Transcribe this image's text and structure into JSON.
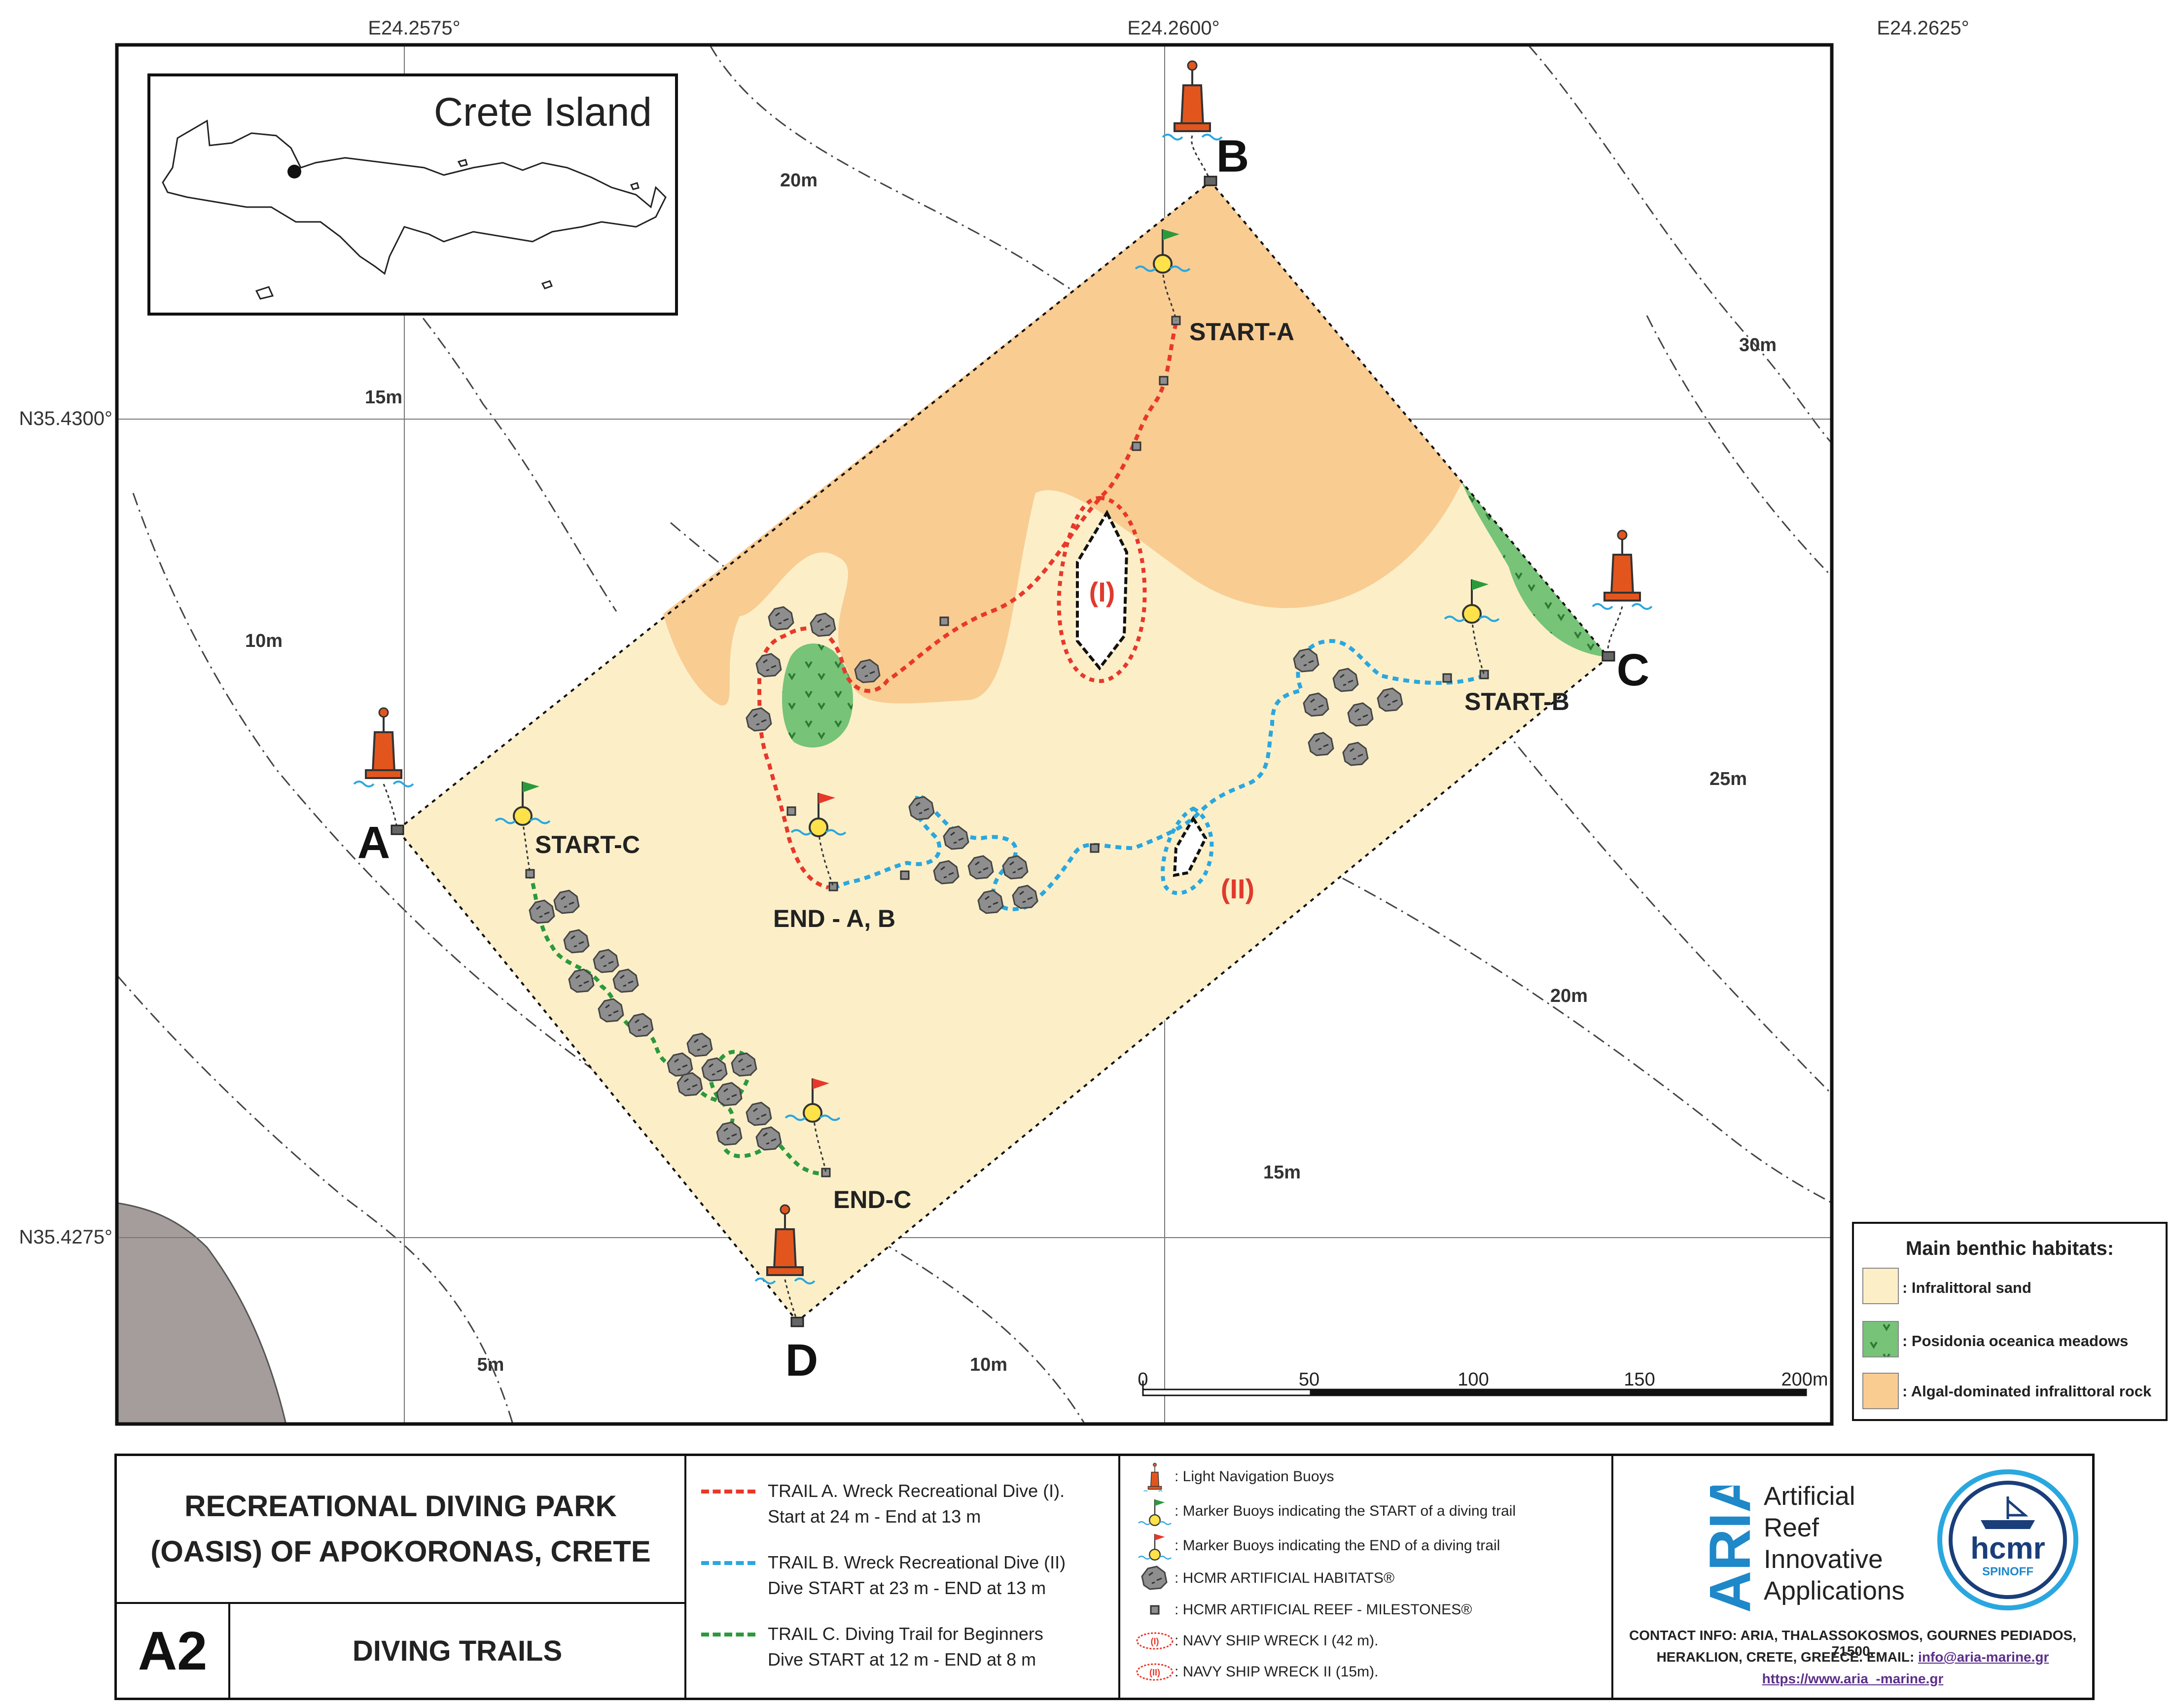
{
  "map": {
    "inset_title": "Crete Island",
    "coords": {
      "lon": [
        "E24.2575°",
        "E24.2600°",
        "E24.2625°"
      ],
      "lat": [
        "N35.4300°",
        "N35.4275°"
      ]
    },
    "depths": [
      "20m",
      "30m",
      "15m",
      "10m",
      "25m",
      "20m",
      "15m",
      "5m",
      "10m"
    ],
    "corners": [
      "A",
      "B",
      "C",
      "D"
    ],
    "trail_labels": {
      "start_a": "START-A",
      "start_b": "START-B",
      "start_c": "START-C",
      "end_ab": "END - A, B",
      "end_c": "END-C"
    },
    "wrecks": [
      "(I)",
      "(II)"
    ],
    "scale": [
      "0",
      "50",
      "100",
      "150",
      "200m"
    ],
    "colors": {
      "sand": "#fcefc8",
      "rock": "#f9cc92",
      "posidonia": "#77c378",
      "trail_a": "#e8382a",
      "trail_b": "#2aa7df",
      "trail_c": "#2a9a3d",
      "land": "#a59d9b"
    }
  },
  "legend": {
    "title": "Main benthic habitats:",
    "items": [
      ": Infralittoral sand",
      ": Posidonia oceanica meadows",
      ": Algal-dominated infralittoral rock"
    ]
  },
  "panel": {
    "title_line1": "RECREATIONAL DIVING PARK",
    "title_line2": "(OASIS) OF APOKORONAS, CRETE",
    "code": "A2",
    "subtitle": "DIVING TRAILS",
    "trails": [
      {
        "line1": "TRAIL A. Wreck Recreational Dive (I).",
        "line2": "Start at  24 m -  End at 13 m"
      },
      {
        "line1": "TRAIL B. Wreck Recreational Dive (II)",
        "line2": "Dive START at  23 m -  END at 13 m"
      },
      {
        "line1": "TRAIL C. Diving Trail for Beginners",
        "line2": "Dive START at  12 m -  END at 8 m"
      }
    ],
    "symbols": [
      ": Light Navigation Buoys",
      ": Marker Buoys indicating the START of a diving trail",
      ": Marker Buoys indicating the END of a diving trail",
      ": HCMR ARTIFICIAL HABITATS®",
      ": HCMR ARTIFICIAL REEF - MILESTONES®",
      ": NAVY SHIP WRECK I (42 m).",
      ": NAVY SHIP WRECK II (15m)."
    ],
    "wreck_icons": [
      "(I)",
      "(II)"
    ],
    "logo": {
      "aria": "ARIA",
      "lines": [
        "Artificial",
        "Reef",
        "Innovative",
        "Applications"
      ],
      "hcmr": "hcmr",
      "spinoff": "SPINOFF"
    },
    "contact": {
      "line1": "CONTACT INFO: ARIA, THALASSOKOSMOS, GOURNES PEDIADOS, 71500,",
      "line2_prefix": "HERAKLION, CRETE, GREECE. EMAIL: ",
      "email": "info@aria-marine.gr",
      "url": "https://www.aria_-marine.gr"
    }
  }
}
